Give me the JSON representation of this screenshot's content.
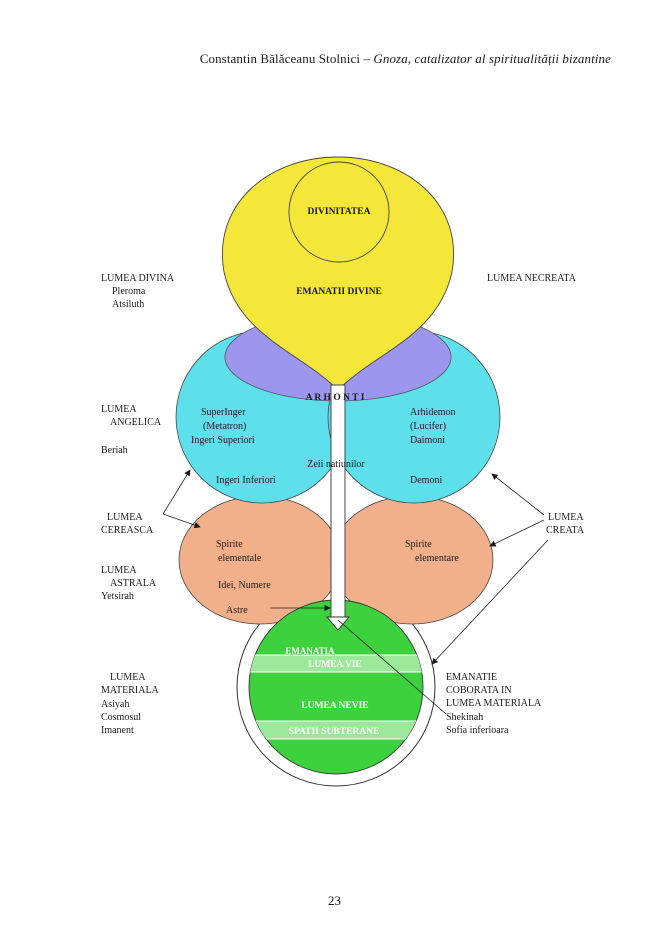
{
  "header": {
    "author": "Constantin Bălăceanu Stolnici",
    "separator": " – ",
    "title": "Gnoza, catalizator al spiritualității bizantine"
  },
  "page_number": "23",
  "diagram": {
    "center": {
      "divinitatea": "DIVINITATEA",
      "emanatii_divine": "EMANATII DIVINE",
      "arhonti": "A R H O N T I",
      "zeii_natiunilor": "Zeii natiunilor",
      "emanatia": "EMANATIA",
      "lumea_vie": "LUMEA VIE",
      "lumea_nevie": "LUMEA NEVIE",
      "spatii_subterane": "SPATII SUBTERANE"
    },
    "left_inner": {
      "super_inger": "SuperInger",
      "metatron": "(Metatron)",
      "ingeri_superiori": "Ingeri Superiori",
      "ingeri_inferiori": "Ingeri Inferiori",
      "spirite": "Spirite",
      "elementale": "elementale",
      "idei_numere": "Idei, Numere",
      "astre": "Astre"
    },
    "right_inner": {
      "arhidemon": "Arhidemon",
      "lucifer": "(Lucifer)",
      "daimoni": "Daimoni",
      "demoni": "Demoni",
      "spirite": "Spirite",
      "elementare": "elementare"
    },
    "left_labels": {
      "lumea_divina": [
        "LUMEA DIVINA",
        "Pleroma",
        "Atsiluth"
      ],
      "lumea_angelica": [
        "LUMEA",
        "ANGELICA"
      ],
      "beriah": "Beriah",
      "lumea_cereasca": [
        "LUMEA",
        "CEREASCA"
      ],
      "lumea_astrala": [
        "LUMEA",
        "ASTRALA",
        "Yetsirah"
      ],
      "lumea_materiala": [
        "LUMEA",
        "MATERIALA",
        "Asiyah",
        "Cosmosul",
        "Imanent"
      ]
    },
    "right_labels": {
      "lumea_necreata": "LUMEA NECREATA",
      "lumea_creata": [
        "LUMEA",
        "CREATA"
      ],
      "emanatie_coborata": [
        "EMANATIE",
        "COBORATA IN",
        "LUMEA MATERIALA",
        "Shekinah",
        "Sofia inferioara"
      ]
    },
    "colors": {
      "divine_yellow": "#f5e63a",
      "angelic_cyan": "#5ee0ec",
      "arhonti_violet": "#9d96ee",
      "astral_salmon": "#f2b08a",
      "material_green": "#3dd13d",
      "material_light": "#9be89b"
    }
  }
}
